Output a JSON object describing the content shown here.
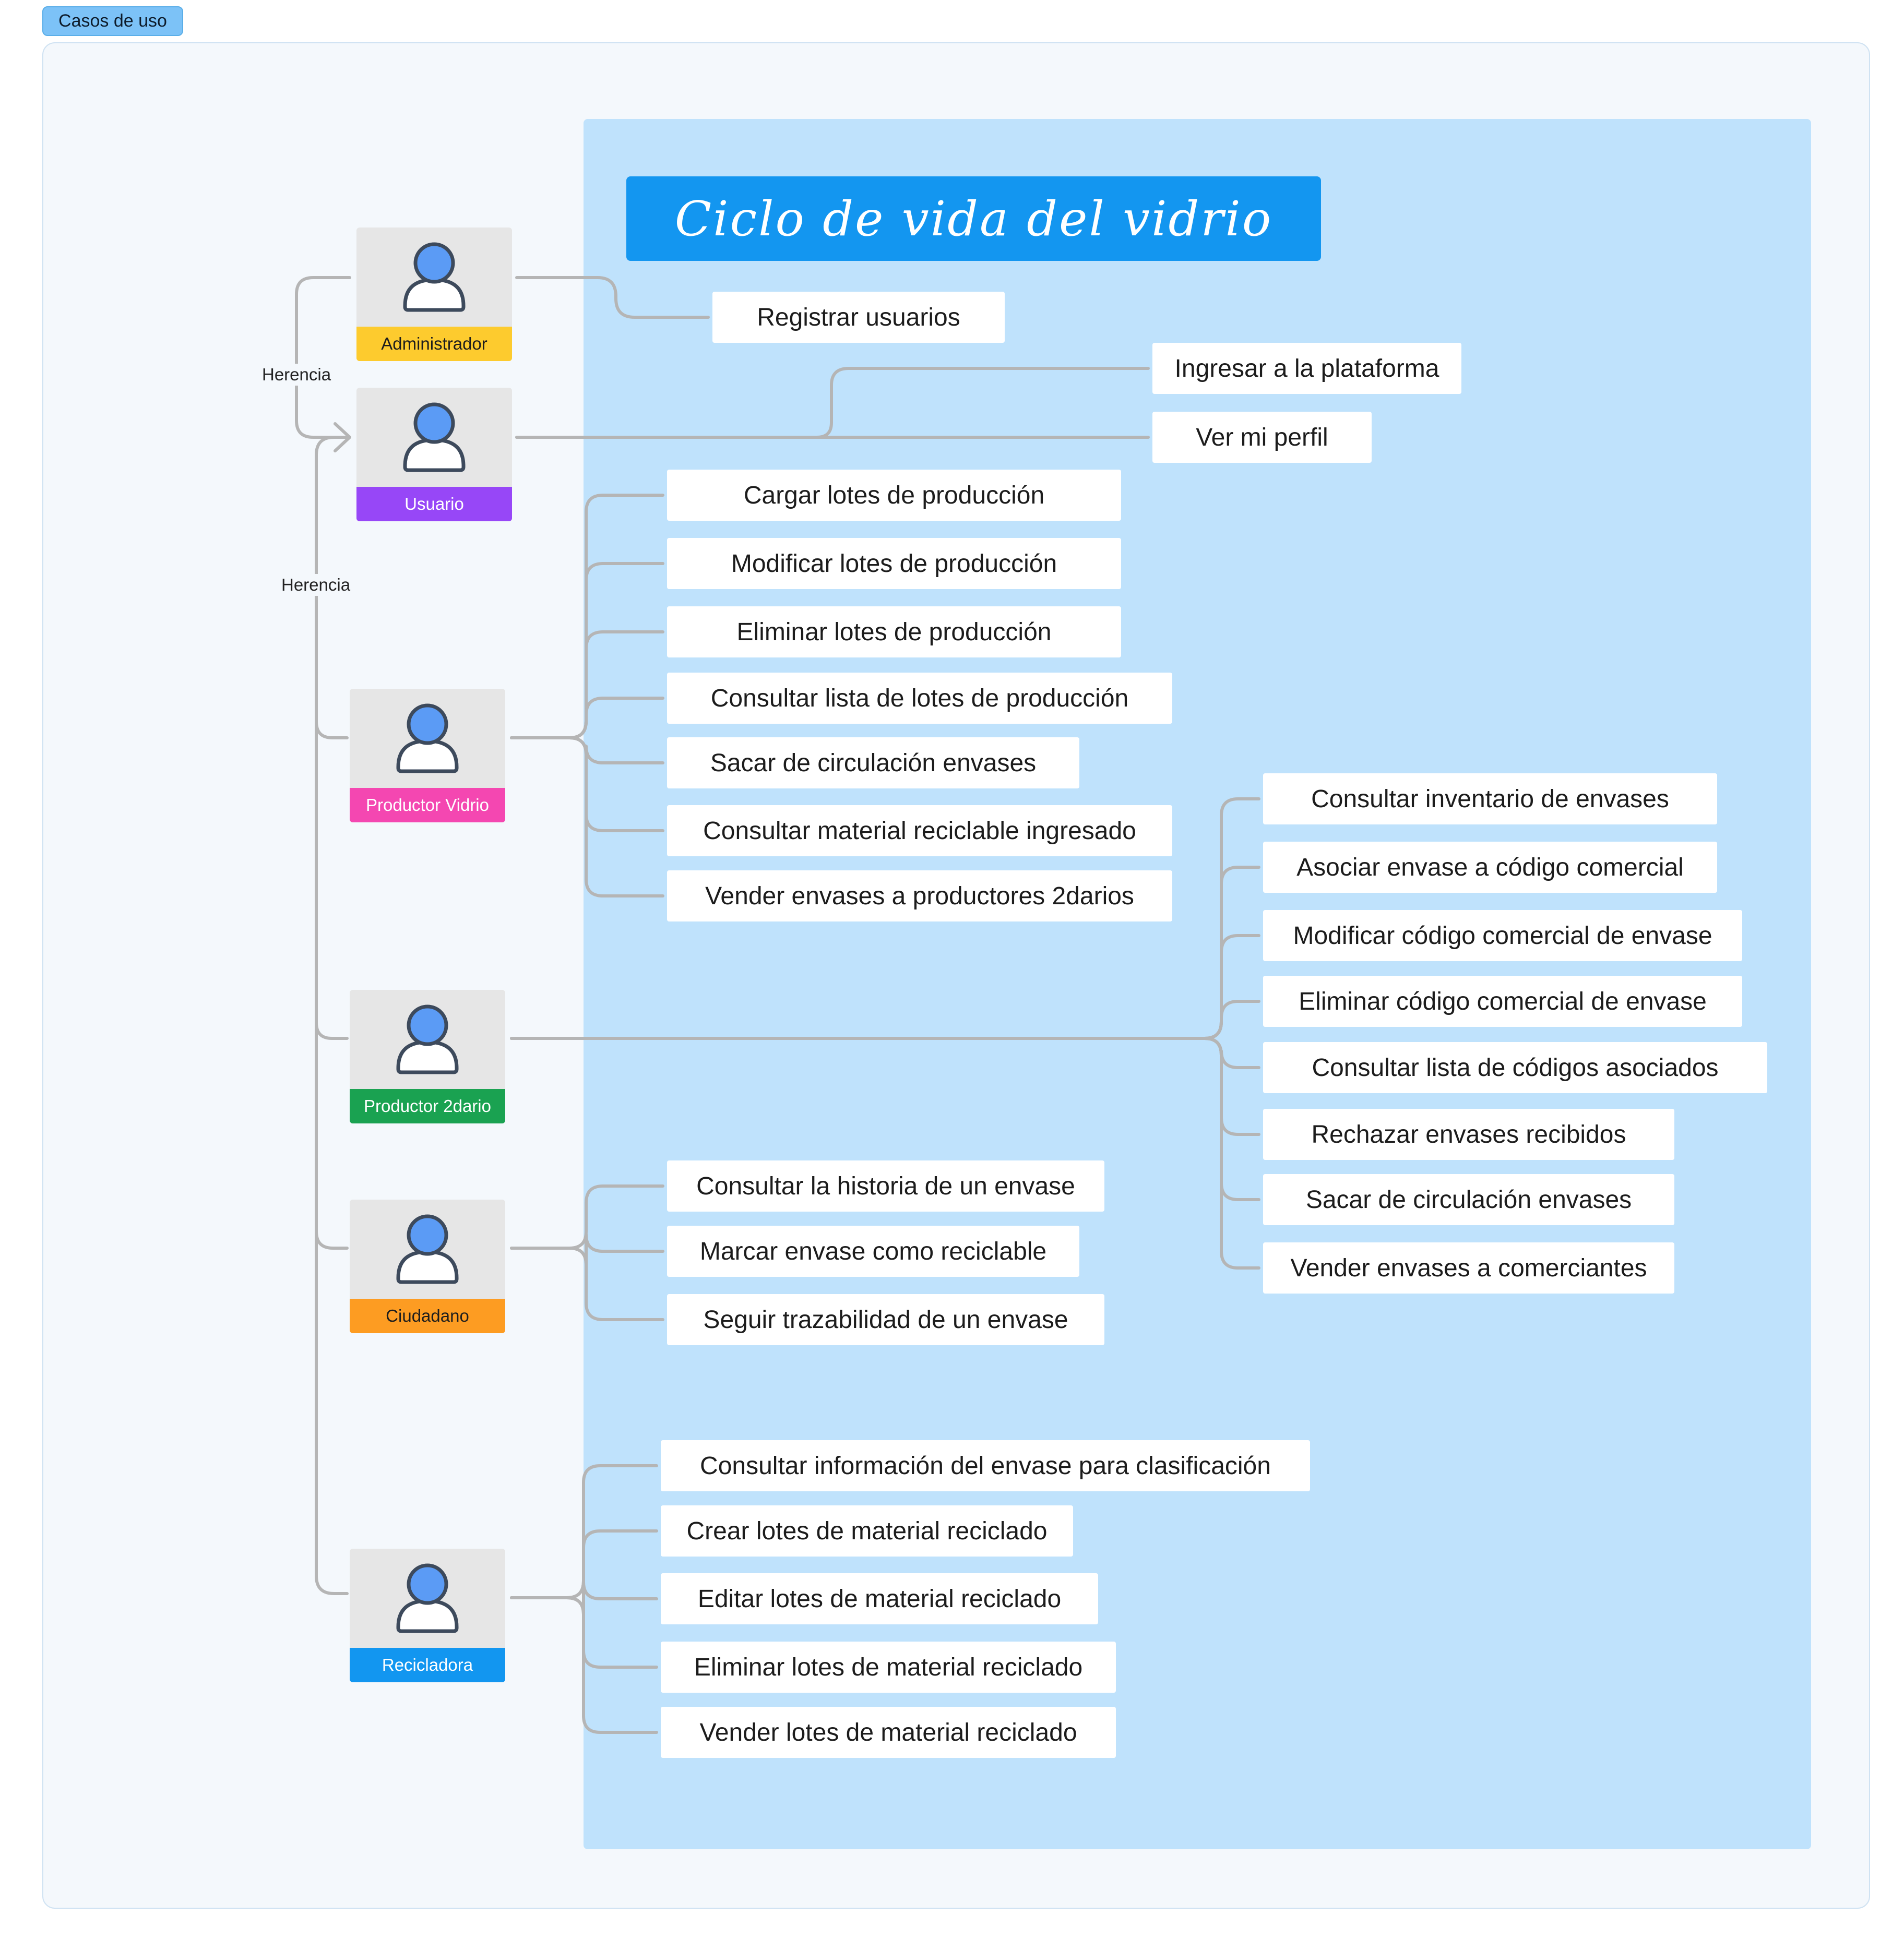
{
  "frame": {
    "tab_label": "Casos de uso"
  },
  "title": "Ciclo de vida del vidrio",
  "relations": {
    "inheritance_label": "Herencia"
  },
  "colors": {
    "administrador": "#fdcb2e",
    "usuario": "#9747f7",
    "productor_vidrio": "#f447b1",
    "productor_2dario": "#1aa251",
    "ciudadano": "#fd9c22",
    "recicladora": "#1296f0",
    "connector": "#b5b5b5",
    "system_bg": "#bfe2fc"
  },
  "actors": {
    "administrador": {
      "label": "Administrador",
      "icon": "user-icon"
    },
    "usuario": {
      "label": "Usuario",
      "icon": "user-icon"
    },
    "productor_vidrio": {
      "label": "Productor Vidrio",
      "icon": "user-icon"
    },
    "productor_2dario": {
      "label": "Productor 2dario",
      "icon": "user-icon"
    },
    "ciudadano": {
      "label": "Ciudadano",
      "icon": "user-icon"
    },
    "recicladora": {
      "label": "Recicladora",
      "icon": "user-icon"
    }
  },
  "usecases": {
    "administrador": [
      "Registrar usuarios"
    ],
    "usuario": [
      "Ingresar a la plataforma",
      "Ver mi perfil"
    ],
    "productor_vidrio": [
      "Cargar lotes de producción",
      "Modificar lotes de producción",
      "Eliminar lotes de producción",
      "Consultar lista de lotes de producción",
      "Sacar de circulación envases",
      "Consultar material reciclable ingresado",
      "Vender envases a productores 2darios"
    ],
    "productor_2dario": [
      "Consultar inventario de envases",
      "Asociar envase a código comercial",
      "Modificar código comercial de envase",
      "Eliminar código comercial de envase",
      "Consultar lista de códigos asociados",
      "Rechazar envases recibidos",
      "Sacar de circulación envases",
      "Vender envases a comerciantes"
    ],
    "ciudadano": [
      "Consultar la historia de un envase",
      "Marcar envase como reciclable",
      "Seguir trazabilidad de un envase"
    ],
    "recicladora": [
      "Consultar información del envase para clasificación",
      "Crear lotes de material reciclado",
      "Editar lotes de material reciclado",
      "Eliminar lotes de material reciclado",
      "Vender lotes de material reciclado"
    ]
  }
}
